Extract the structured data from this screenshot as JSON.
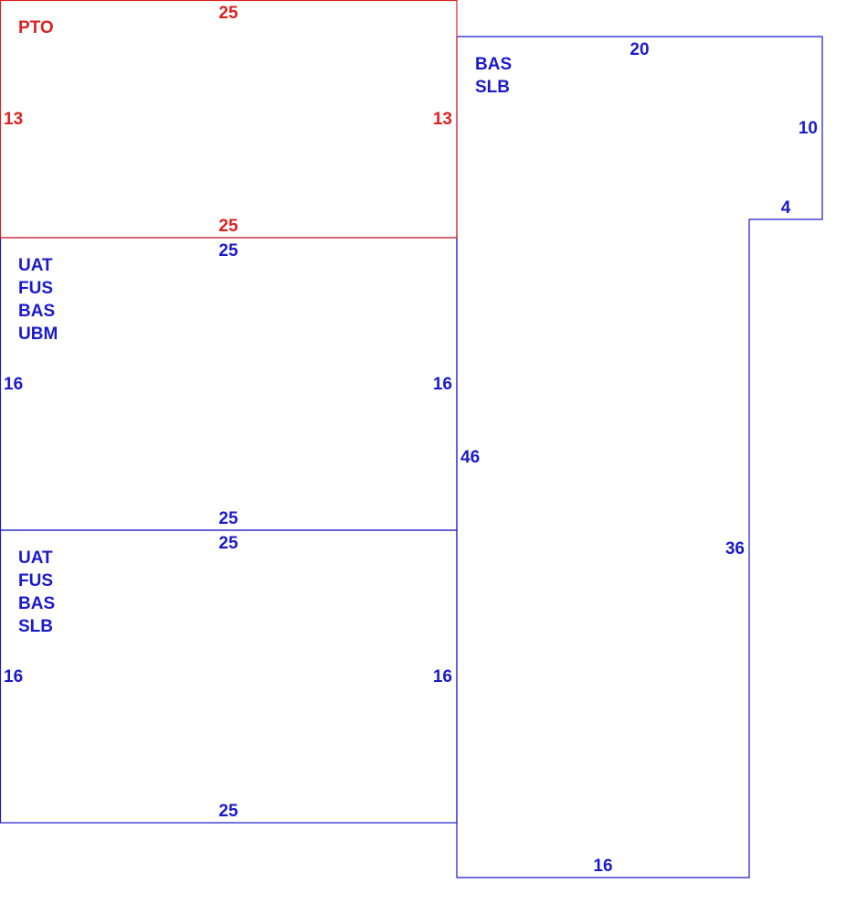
{
  "colors": {
    "pto": "#e02020",
    "living": "#1a1acc"
  },
  "sections": {
    "pto": {
      "codes": [
        "PTO"
      ],
      "dims": {
        "top": "25",
        "bottom": "25",
        "left": "13",
        "right": "13"
      }
    },
    "middle": {
      "codes": [
        "UAT",
        "FUS",
        "BAS",
        "UBM"
      ],
      "dims": {
        "top": "25",
        "bottom": "25",
        "left": "16",
        "right": "16"
      }
    },
    "lower": {
      "codes": [
        "UAT",
        "FUS",
        "BAS",
        "SLB"
      ],
      "dims": {
        "top": "25",
        "bottom": "25",
        "left": "16",
        "right": "16"
      }
    },
    "right": {
      "codes": [
        "BAS",
        "SLB"
      ],
      "dims": {
        "top": "20",
        "right": "10",
        "notch": "4",
        "inner": "36",
        "bottom": "16",
        "left": "46"
      }
    }
  }
}
